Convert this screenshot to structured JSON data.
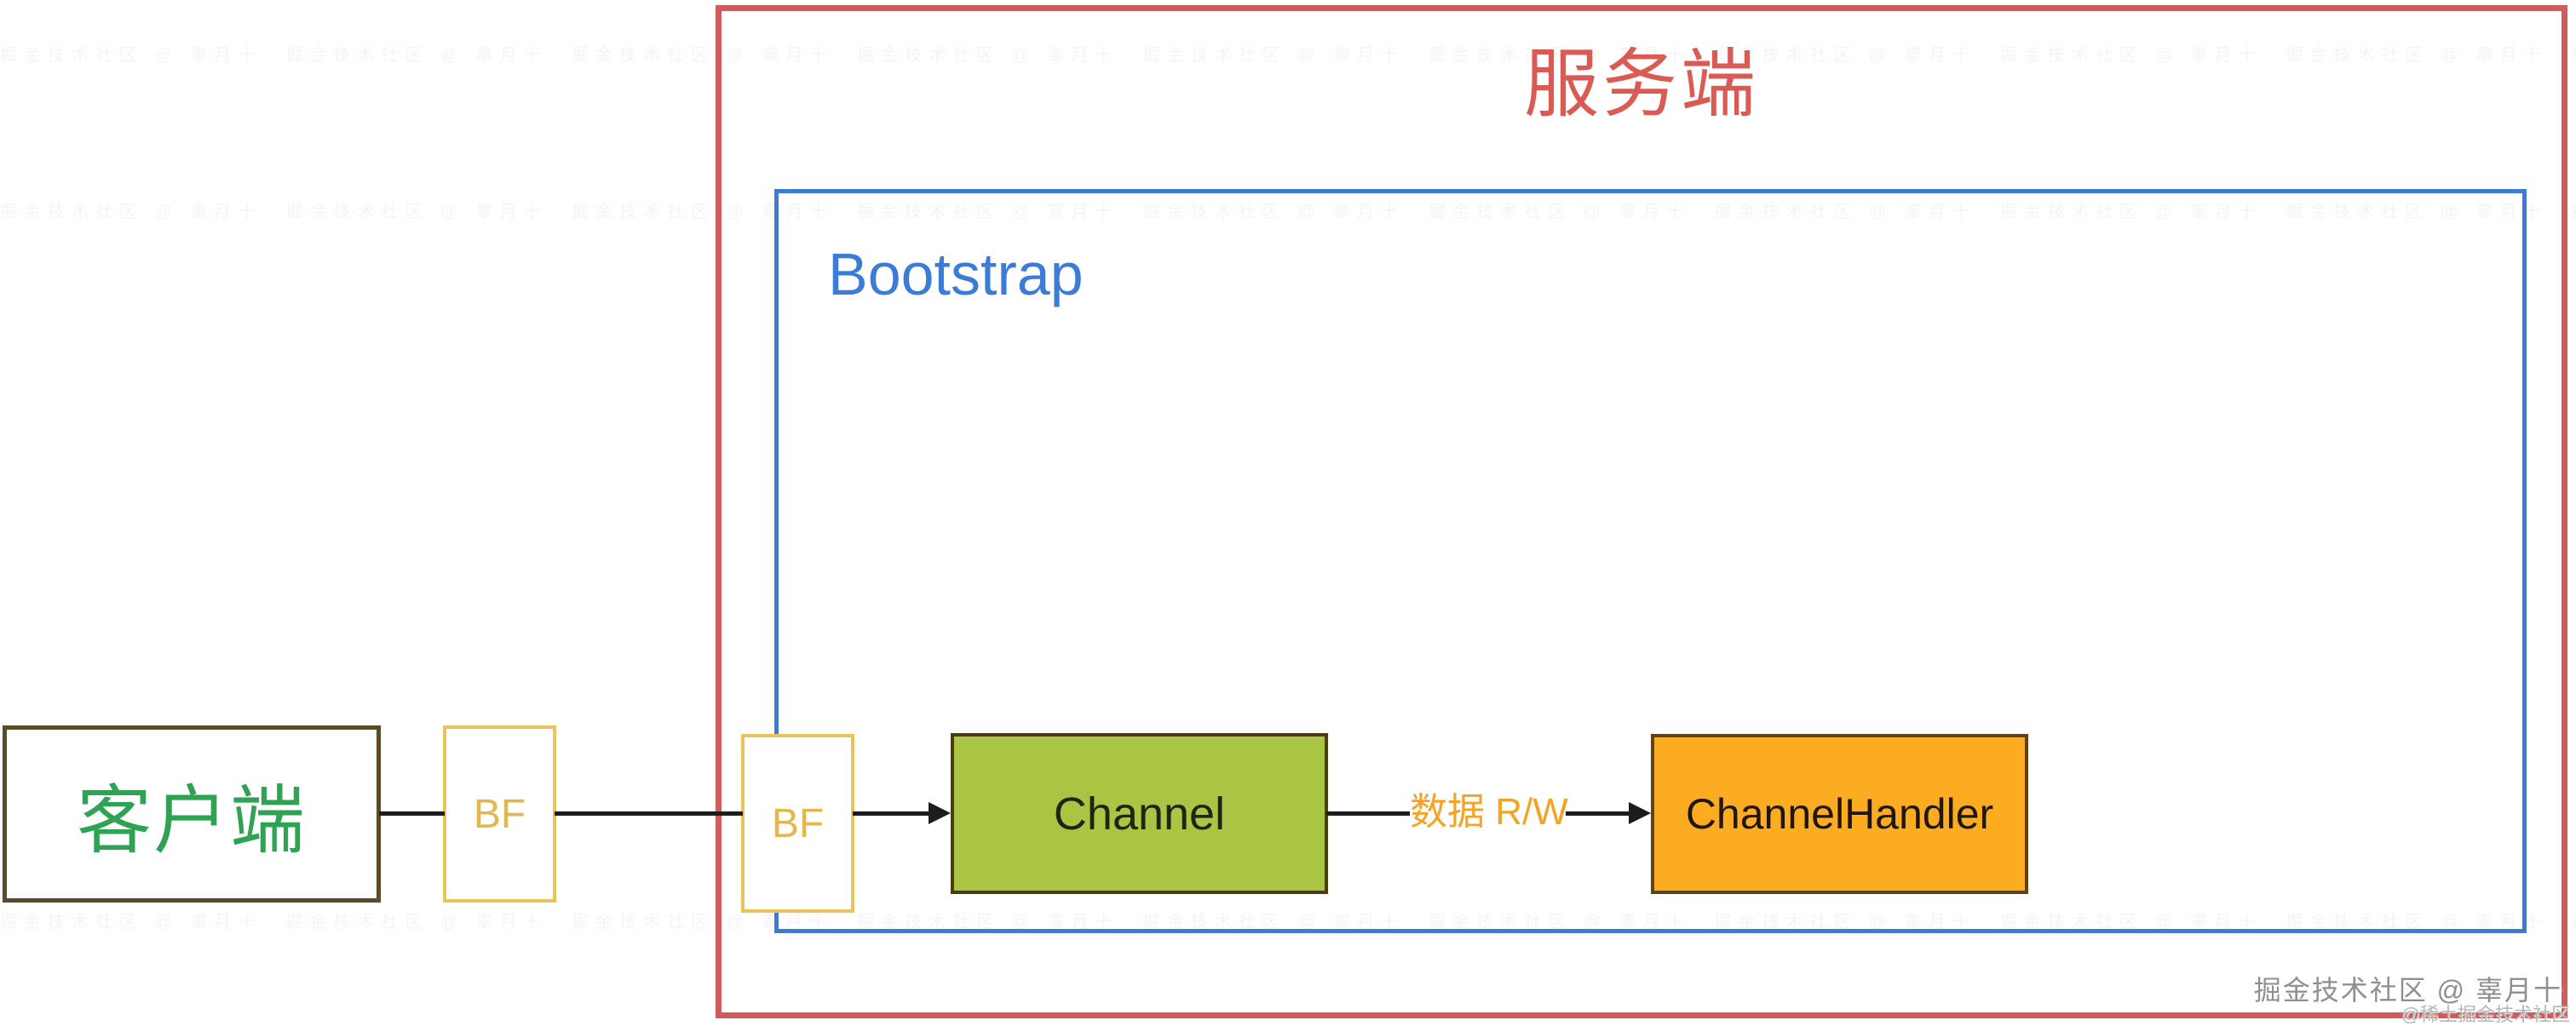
{
  "diagram": {
    "server_title": "服务端",
    "bootstrap_label": "Bootstrap",
    "client_label": "客户端",
    "bf_left_label": "BF",
    "bf_right_label": "BF",
    "channel_label": "Channel",
    "channel_handler_label": "ChannelHandler",
    "data_rw_label": "数据 R/W",
    "colors": {
      "server_frame": "#cf5c5c",
      "server_title_text": "#da5a54",
      "bootstrap_frame": "#3b7cd8",
      "client_border": "#5b4a28",
      "client_text": "#2fa254",
      "bf_border": "#e9c45a",
      "bf_text": "#e2b84e",
      "channel_fill": "#a9c543",
      "channel_handler_fill": "#fcac20",
      "connector": "#1c1c1c",
      "data_rw_text": "#f6a325"
    }
  },
  "watermark": {
    "credit": "掘金技术社区 @ 辜月十",
    "community": "@稀土掘金技术社区",
    "band_unit": "掘金技术社区 @ 辜月十　"
  }
}
